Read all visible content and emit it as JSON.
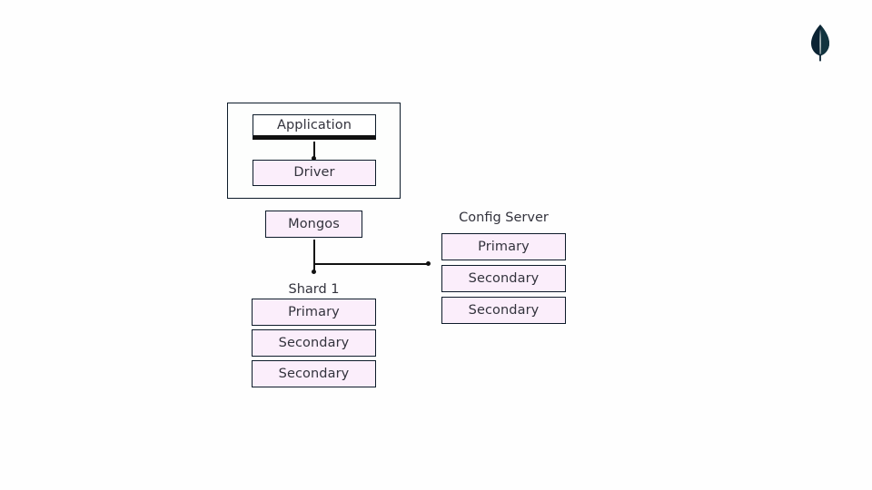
{
  "page": {
    "background_color": "#fefefe",
    "title": "MongoDB Sharded Cluster Diagram"
  },
  "brand": {
    "logo_name": "mongodb-leaf-logo",
    "logo_color_dark": "#0b2333",
    "logo_color_mid": "#12343f",
    "logo_color_light": "#e7f2ee"
  },
  "app_group": {
    "nodes": [
      {
        "label": "Application",
        "style": "plain"
      },
      {
        "label": "Driver",
        "style": "filled"
      }
    ]
  },
  "router": {
    "label": "Mongos"
  },
  "shard": {
    "caption": "Shard 1",
    "members": [
      {
        "label": "Primary"
      },
      {
        "label": "Secondary"
      },
      {
        "label": "Secondary"
      }
    ]
  },
  "config_server": {
    "caption": "Config Server",
    "members": [
      {
        "label": "Primary"
      },
      {
        "label": "Secondary"
      },
      {
        "label": "Secondary"
      }
    ]
  },
  "colors": {
    "node_fill": "#fbeefb",
    "node_border": "#0d1b2a",
    "connector": "#111111",
    "text": "#33333d"
  }
}
